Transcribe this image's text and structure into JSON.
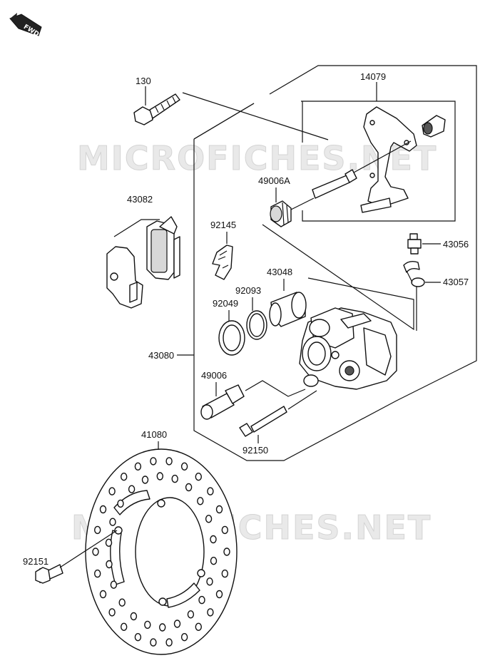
{
  "fwd_label": "FWD",
  "watermarks": [
    "MICROFICHES.NET",
    "MICROFICHES.NET"
  ],
  "parts": {
    "p130": "130",
    "p14079": "14079",
    "p43082": "43082",
    "p49006A": "49006A",
    "p92145": "92145",
    "p43056": "43056",
    "p43057": "43057",
    "p43048": "43048",
    "p92093": "92093",
    "p92049": "92049",
    "p43080": "43080",
    "p49006": "49006",
    "p92150": "92150",
    "p41080": "41080",
    "p92151": "92151"
  }
}
